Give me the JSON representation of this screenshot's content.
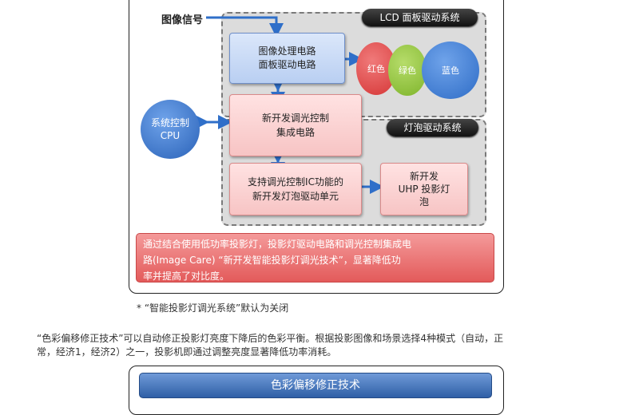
{
  "diagram": {
    "input_label": "图像信号",
    "lcd_system_label": "LCD 面板驱动系统",
    "lamp_system_label": "灯泡驱动系统",
    "image_processing_box": [
      "图像处理电路",
      "面板驱动电路"
    ],
    "colors": {
      "red": "红色",
      "green": "绿色",
      "blue": "蓝色"
    },
    "cpu_box": [
      "系统控制",
      "CPU"
    ],
    "dimming_ic_box": [
      "新开发调光控制",
      "集成电路"
    ],
    "lamp_driver_box": [
      "支持调光控制IC功能的",
      "新开发灯泡驱动单元"
    ],
    "uhp_box": [
      "新开发",
      "UHP 投影灯",
      "泡"
    ],
    "summary": [
      "通过结合使用低功率投影灯，投影灯驱动电路和调光控制集成电",
      "路(Image Care) “新开发智能投影灯调光技术”，显著降低功",
      "率并提高了对比度。"
    ]
  },
  "footnote": "* “智能投影灯调光系统”默认为关闭",
  "paragraph": [
    "“色彩偏移修正技术”可以自动修正投影灯亮度下降后的色彩平衡。根据投影图像和场景选择4种模式（自动，正",
    "常，经济1，经济2）之一，投影机即通过调整亮度显著降低功率消耗。"
  ],
  "section_title": "色彩偏移修正技术",
  "palette": {
    "red_circle": "#e04545",
    "green_circle": "#8fc23c",
    "blue_circle": "#3f7fd6",
    "arrow": "#2f6fc9"
  }
}
